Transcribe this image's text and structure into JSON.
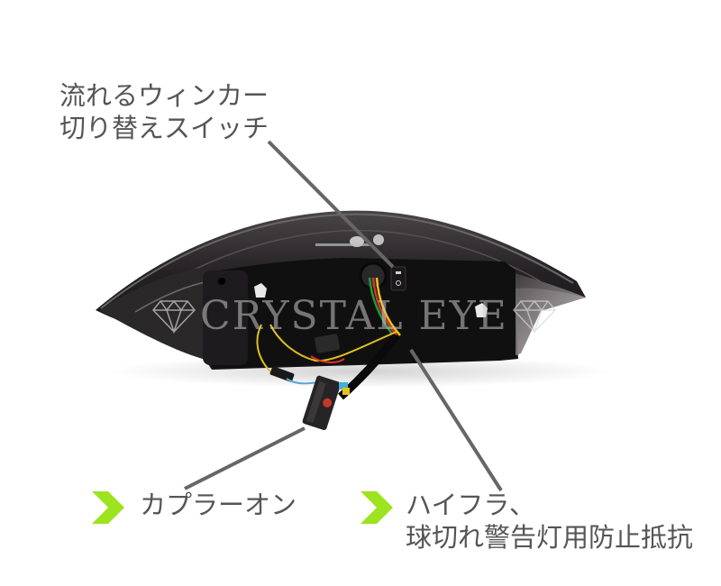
{
  "callouts": {
    "flowing_turn_switch": {
      "line1": "流れるウィンカー",
      "line2": "切り替えスイッチ"
    },
    "coupler_on": {
      "text": "カプラーオン"
    },
    "high_flash": {
      "line1": "ハイフラ、",
      "line2": "球切れ警告灯用防止抵抗"
    }
  },
  "watermark": {
    "text": "CRYSTAL EYE",
    "icon": "diamond-icon"
  },
  "product": {
    "subject": "tail-lamp-rear-view"
  },
  "colors": {
    "accent_chevron": "#9ee31f",
    "text": "#555555",
    "leader_line": "#666666",
    "lamp_body": "#1c1a1c",
    "background": "#ffffff"
  }
}
